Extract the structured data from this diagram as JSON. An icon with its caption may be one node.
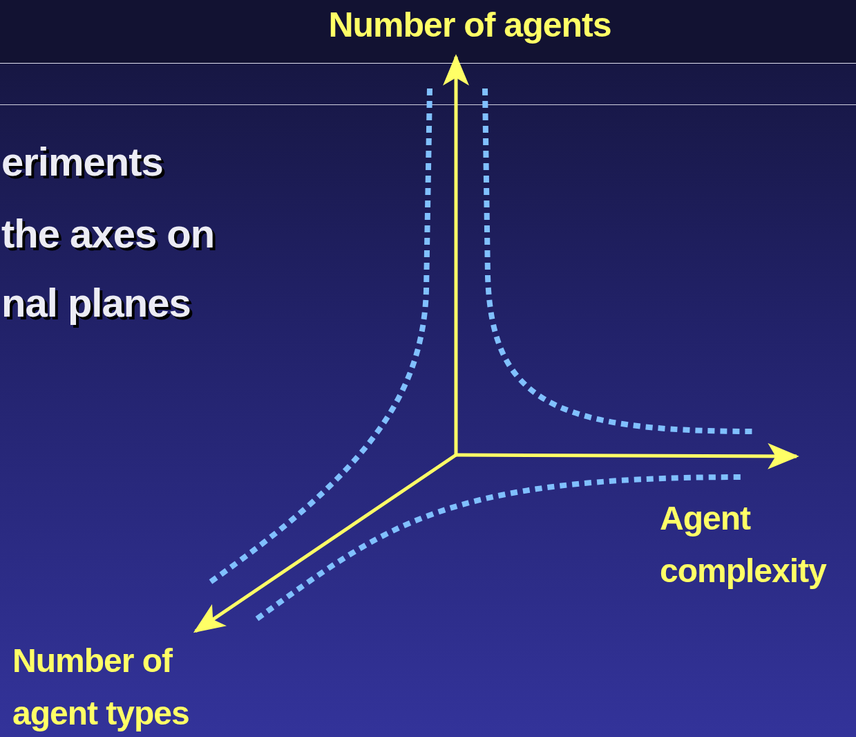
{
  "diagram": {
    "labels": [
      "Number of agents",
      "eriments",
      "the axes on",
      "nal planes",
      "Agent complexity",
      "Number of agent types"
    ]
  }
}
